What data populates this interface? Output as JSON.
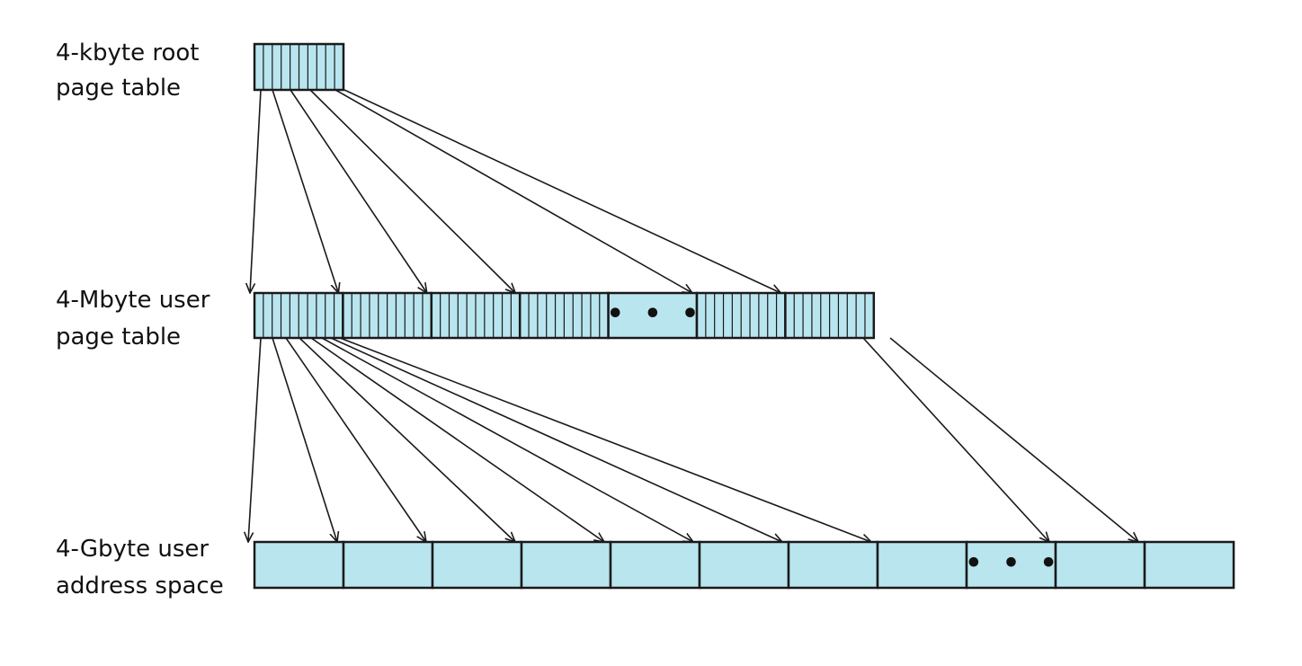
{
  "labels": {
    "root": [
      "4-kbyte root",
      "page table"
    ],
    "user_table": [
      "4-Mbyte user",
      "page table"
    ],
    "address_space": [
      "4-Gbyte user",
      "address space"
    ]
  },
  "ellipsis": "• • •",
  "colors": {
    "cell_fill": "#b9e5ef",
    "stroke": "#1a1a1a",
    "background": "#ffffff"
  },
  "structure": {
    "user_table_cells": [
      "table",
      "table",
      "table",
      "table",
      "ellipsis",
      "table",
      "table"
    ],
    "address_space_cells": [
      "page",
      "page",
      "page",
      "page",
      "page",
      "page",
      "page",
      "page",
      "ellipsis",
      "page",
      "page"
    ],
    "root_to_user_table_arrows_target_cells": [
      0,
      1,
      2,
      3,
      5,
      6
    ],
    "user_table_to_address_space_arrows_target_cells": [
      0,
      1,
      2,
      3,
      4,
      5,
      6,
      7,
      9,
      10
    ]
  }
}
